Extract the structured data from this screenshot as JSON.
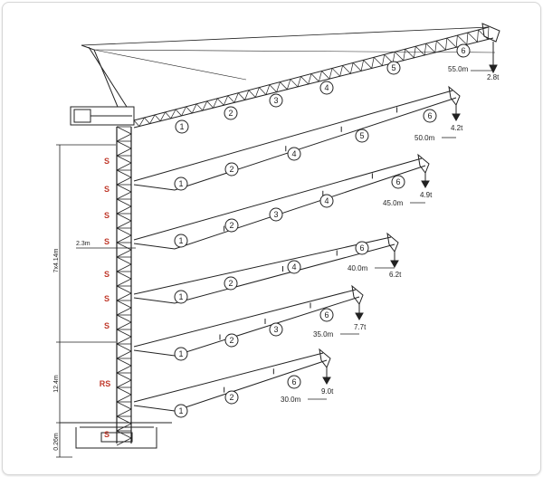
{
  "colors": {
    "line": "#222222",
    "accent_red": "#c0392b",
    "frame": "#d6d6d6"
  },
  "dimensions": {
    "upper_height": "7x4.14m",
    "lower_height": "12.4m",
    "foundation": "0.26m",
    "mast_offset": "2.3m"
  },
  "mast_sections": [
    "S",
    "S",
    "S",
    "S",
    "S",
    "S",
    "S",
    "RS",
    "S"
  ],
  "jib_configurations": [
    {
      "radius": "55.0m",
      "tip_load": "2.8t",
      "sections": [
        "1",
        "2",
        "3",
        "4",
        "5",
        "6"
      ]
    },
    {
      "radius": "50.0m",
      "tip_load": "4.2t",
      "sections": [
        "1",
        "2",
        "4",
        "5",
        "6"
      ]
    },
    {
      "radius": "45.0m",
      "tip_load": "4.9t",
      "sections": [
        "1",
        "2",
        "3",
        "4",
        "6"
      ]
    },
    {
      "radius": "40.0m",
      "tip_load": "6.2t",
      "sections": [
        "1",
        "2",
        "4",
        "6"
      ]
    },
    {
      "radius": "35.0m",
      "tip_load": "7.7t",
      "sections": [
        "1",
        "2",
        "3",
        "6"
      ]
    },
    {
      "radius": "30.0m",
      "tip_load": "9.0t",
      "sections": [
        "1",
        "2",
        "6"
      ]
    }
  ]
}
